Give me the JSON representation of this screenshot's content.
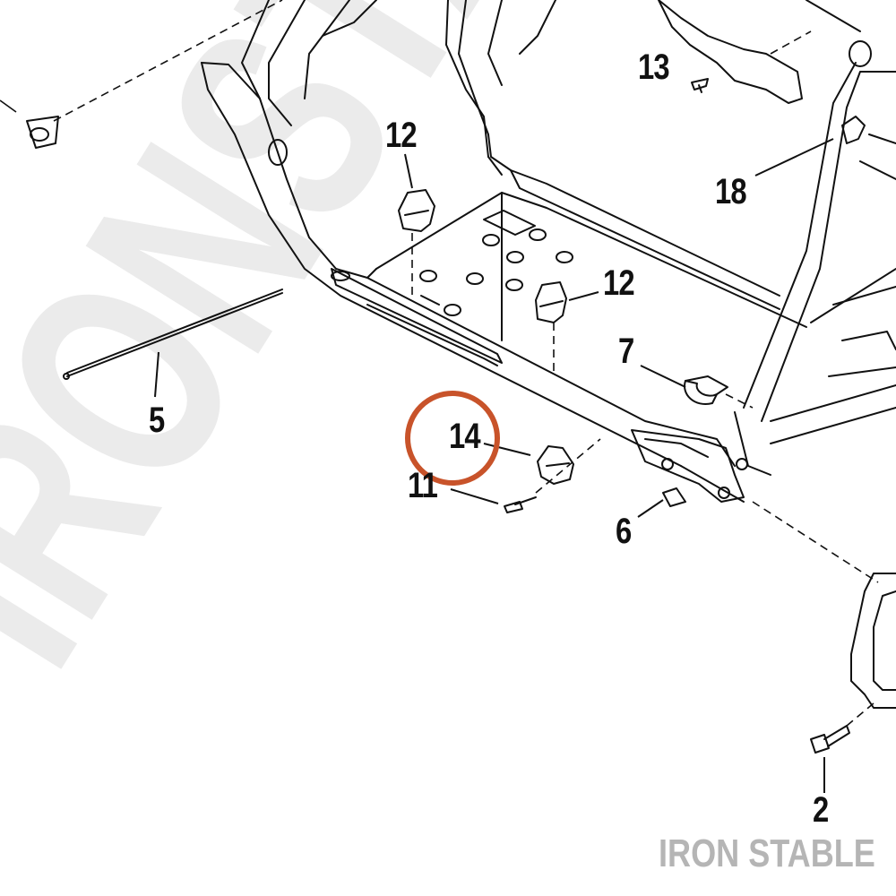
{
  "watermark": "IRONSTABLE",
  "brand_text": "IRON STABLE",
  "highlight_color": "#c8532a",
  "highlighted_callout": "14",
  "callouts": [
    {
      "id": "c12a",
      "label": "12"
    },
    {
      "id": "c12b",
      "label": "12"
    },
    {
      "id": "c13",
      "label": "13"
    },
    {
      "id": "c18",
      "label": "18"
    },
    {
      "id": "c5",
      "label": "5"
    },
    {
      "id": "c7",
      "label": "7"
    },
    {
      "id": "c14",
      "label": "14"
    },
    {
      "id": "c11",
      "label": "11"
    },
    {
      "id": "c6",
      "label": "6"
    },
    {
      "id": "c2",
      "label": "2"
    }
  ]
}
